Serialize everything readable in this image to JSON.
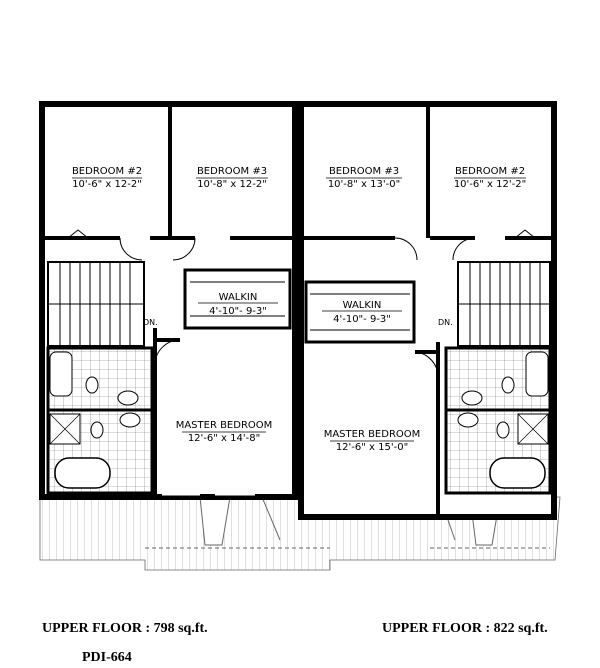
{
  "plan_code": "PDI-664",
  "units": [
    {
      "floor_label": "UPPER FLOOR : 798 sq.ft.",
      "rooms": {
        "bedroom_left": {
          "name": "BEDROOM #2",
          "size": "10'-6\" x 12-2\""
        },
        "bedroom_right": {
          "name": "BEDROOM #3",
          "size": "10'-8\" x 12-2\""
        },
        "walkin": {
          "name": "WALKIN",
          "size": "4'-10\"- 9-3\""
        },
        "master": {
          "name": "MASTER BEDROOM",
          "size": "12'-6\" x 14'-8\""
        },
        "stairs": {
          "label": "DN."
        }
      }
    },
    {
      "floor_label": "UPPER FLOOR : 822 sq.ft.",
      "rooms": {
        "bedroom_left": {
          "name": "BEDROOM #3",
          "size": "10'-8\" x 13'-0\""
        },
        "bedroom_right": {
          "name": "BEDROOM #2",
          "size": "10'-6\" x 12'-2\""
        },
        "walkin": {
          "name": "WALKIN",
          "size": "4'-10\"- 9-3\""
        },
        "master": {
          "name": "MASTER BEDROOM",
          "size": "12'-6\" x 15'-0\""
        },
        "stairs": {
          "label": "DN."
        }
      }
    }
  ]
}
